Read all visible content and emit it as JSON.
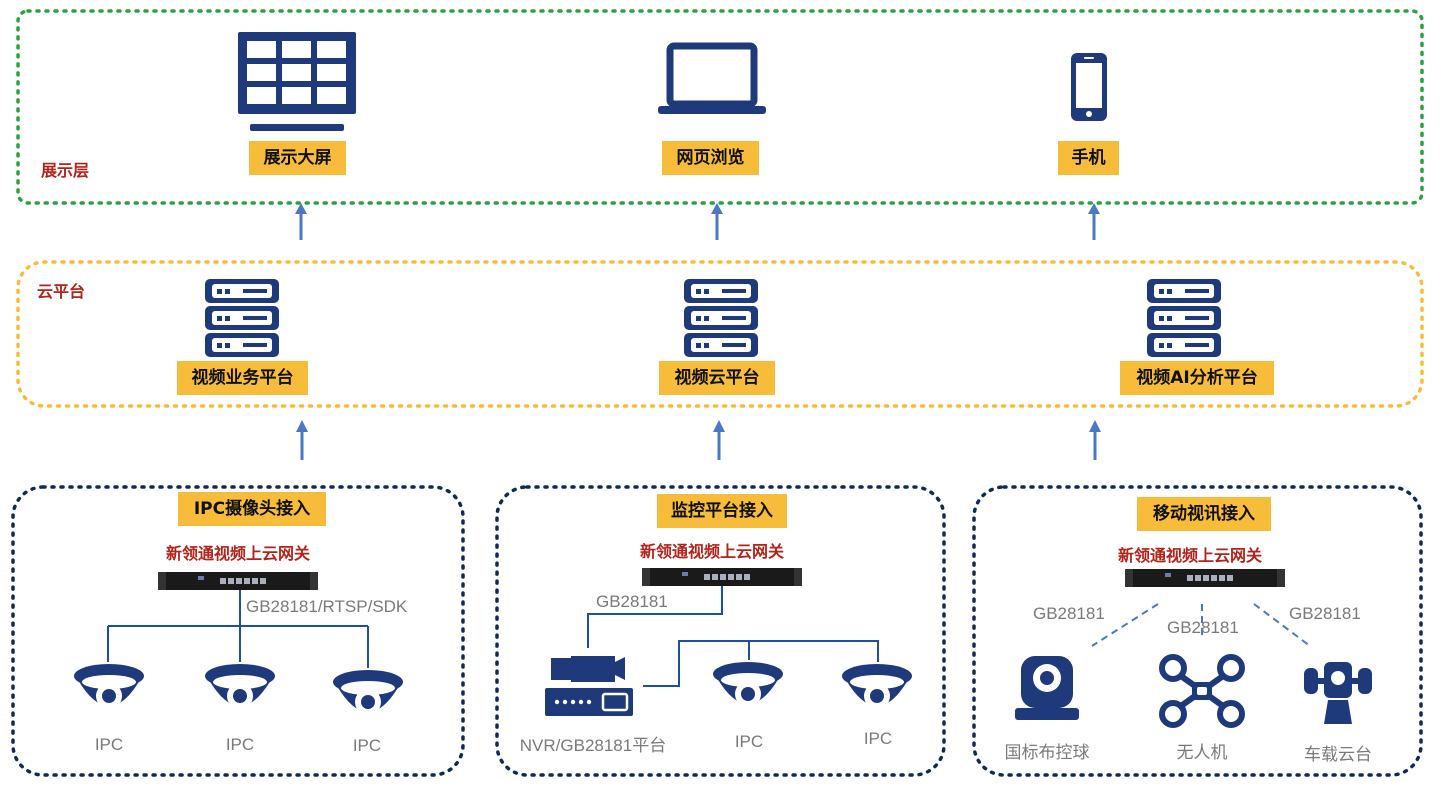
{
  "display_layer": {
    "label": "展示层",
    "items": [
      "展示大屏",
      "网页浏览",
      "手机"
    ]
  },
  "cloud_layer": {
    "label": "云平台",
    "items": [
      "视频业务平台",
      "视频云平台",
      "视频AI分析平台"
    ]
  },
  "access": {
    "ipc": {
      "title": "IPC摄像头接入",
      "gateway": "新领通视频上云网关",
      "protocol": "GB28181/RTSP/SDK",
      "devices": [
        "IPC",
        "IPC",
        "IPC"
      ]
    },
    "monitor": {
      "title": "监控平台接入",
      "gateway": "新领通视频上云网关",
      "protocol": "GB28181",
      "devices": [
        "NVR/GB28181平台",
        "IPC",
        "IPC"
      ]
    },
    "mobile": {
      "title": "移动视讯接入",
      "gateway": "新领通视频上云网关",
      "protocols": [
        "GB28181",
        "GB28181",
        "GB28181"
      ],
      "devices": [
        "国标布控球",
        "无人机",
        "车载云台"
      ]
    }
  },
  "colors": {
    "navy": "#1f3a7a",
    "tag": "#f7bd3a",
    "green_border": "#2ea043",
    "orange_border": "#f7bd3a",
    "dark_border": "#0f2a55",
    "arrow": "#4a78c2",
    "label_red": "#b2241b"
  }
}
